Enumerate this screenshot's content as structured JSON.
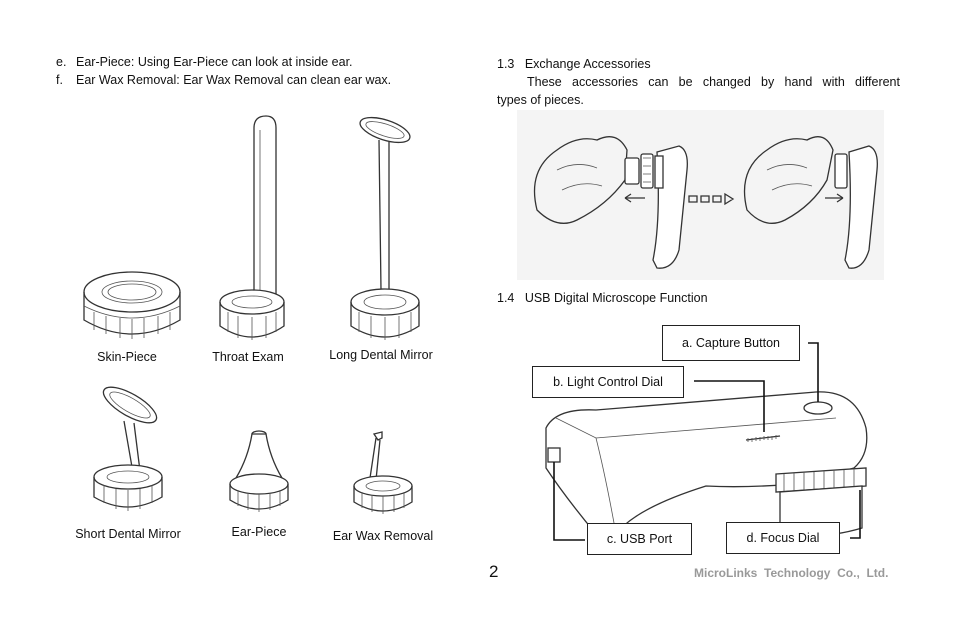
{
  "left_column": {
    "list": [
      {
        "marker": "e.",
        "text": "Ear-Piece: Using Ear-Piece can look at inside ear."
      },
      {
        "marker": "f.",
        "text": "Ear Wax Removal: Ear Wax Removal can clean ear wax."
      }
    ],
    "captions": {
      "skin_piece": "Skin-Piece",
      "throat_exam": "Throat Exam",
      "long_dental_mirror": "Long Dental Mirror",
      "short_dental_mirror": "Short Dental Mirror",
      "ear_piece": "Ear-Piece",
      "ear_wax_removal": "Ear Wax Removal"
    }
  },
  "right_column": {
    "section_1_3": {
      "number": "1.3",
      "title": "Exchange Accessories",
      "body_line1": "These  accessories  can  be  changed  by  hand  with  different",
      "body_line2": "types of pieces."
    },
    "section_1_4": {
      "number": "1.4",
      "title": "USB Digital Microscope Function"
    },
    "callouts": {
      "capture_button": "a. Capture Button",
      "light_control_dial": "b. Light Control Dial",
      "usb_port": "c. USB Port",
      "focus_dial": "d. Focus Dial"
    }
  },
  "footer": {
    "page_number": "2",
    "company": "MicroLinks  Technology  Co.,  Ltd."
  }
}
